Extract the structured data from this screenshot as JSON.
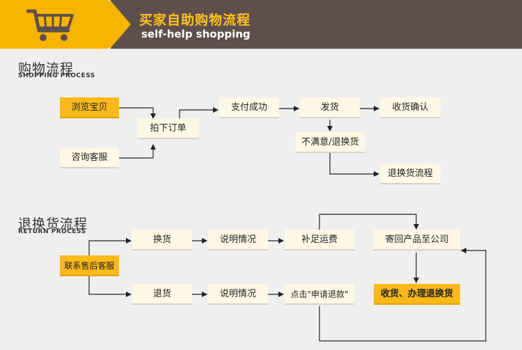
{
  "header": {
    "title": "买家自助购物流程",
    "subtitle": "self-help shopping",
    "icon": "shopping-cart-icon"
  },
  "shopping": {
    "title": "购物流程",
    "subtitle": "SHOPPING PROCESS",
    "nodes": {
      "browse": "浏览宝贝",
      "consult": "咨询客服",
      "order": "拍下订单",
      "pay": "支付成功",
      "ship": "发货",
      "confirm": "收货确认",
      "unsatisfied": "不满意/退换货",
      "return_flow": "退换货流程"
    }
  },
  "returns": {
    "title": "退换货流程",
    "subtitle": "RETURN PROCESS",
    "nodes": {
      "contact": "联系售后客服",
      "exchange": "换货",
      "refund": "退货",
      "explain1": "说明情况",
      "explain2": "说明情况",
      "shipping_fee": "补足运费",
      "apply_refund": "点击\"申请退款\"",
      "send_back": "寄回产品至公司",
      "receive": "收货、办理退换货"
    }
  },
  "colors": {
    "accent": "#f9b91a",
    "header_band": "#5f4f4c",
    "box": "#fff8e6",
    "background": "#efefef"
  }
}
